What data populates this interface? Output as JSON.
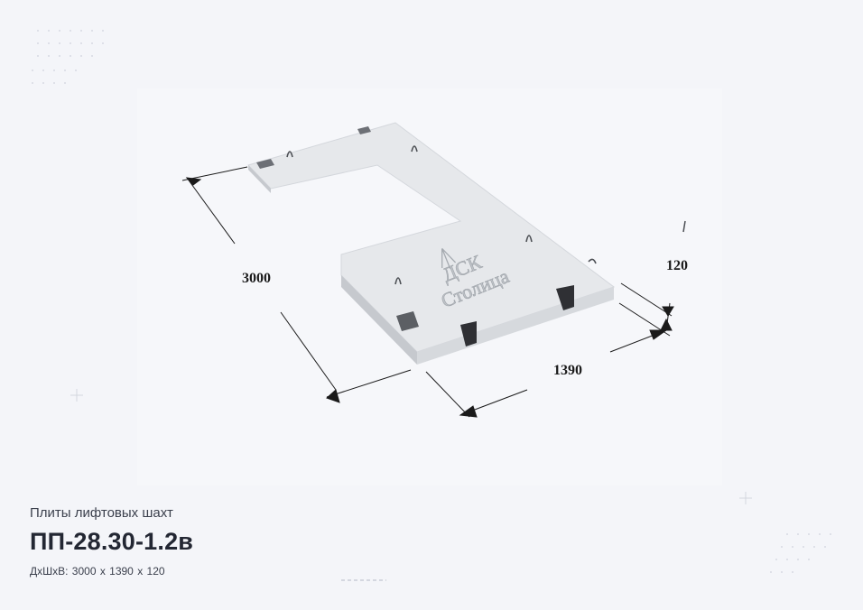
{
  "product": {
    "category": "Плиты лифтовых шахт",
    "code": "ПП-28.30-1.2в",
    "dimensions_caption": "ДхШхВ: 3000 х  1390 х  120"
  },
  "drawing": {
    "dim_length": "3000",
    "dim_width": "1390",
    "dim_height": "120",
    "stamp_line1": "ДСК",
    "stamp_line2": "Столица"
  }
}
